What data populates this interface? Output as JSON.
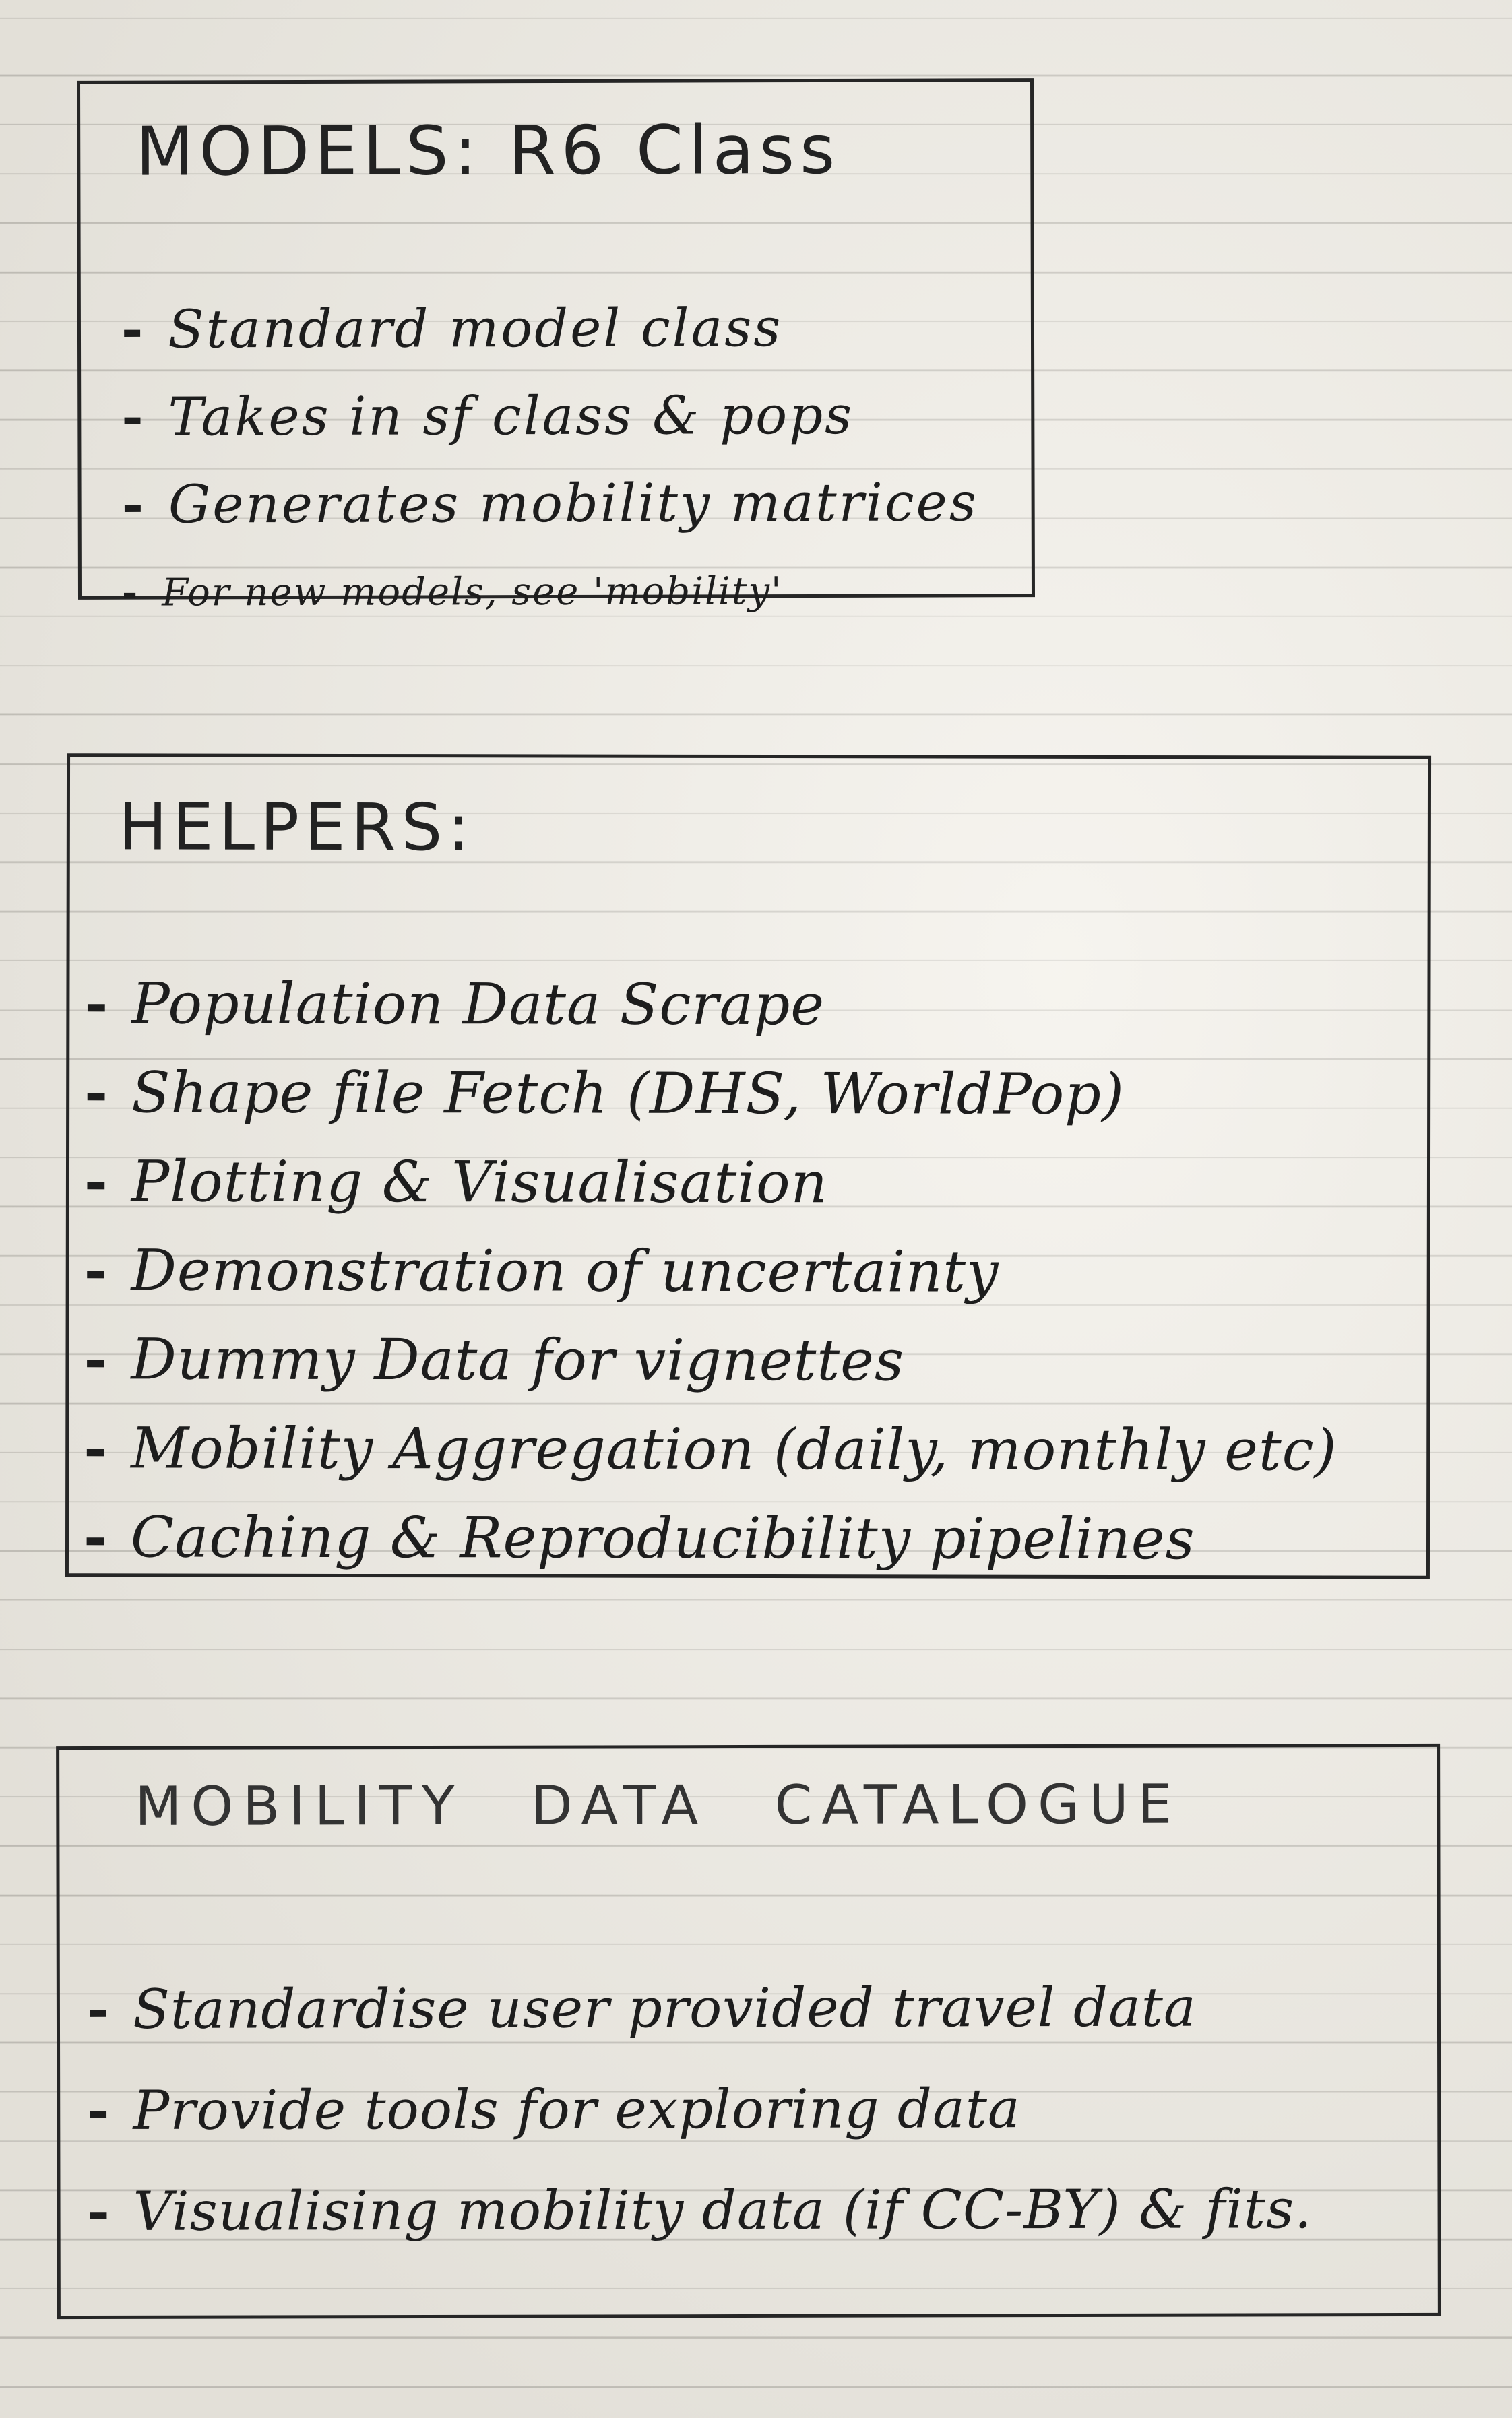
{
  "sections": {
    "models": {
      "title": "MODELS: R6 Class",
      "items": [
        "Standard model class",
        "Takes in sf class & pops",
        "Generates mobility matrices",
        "For new models, see 'mobility'"
      ]
    },
    "helpers": {
      "title": "HELPERS:",
      "items": [
        "Population Data Scrape",
        "Shape file Fetch (DHS, WorldPop)",
        "Plotting & Visualisation",
        "Demonstration of uncertainty",
        "Dummy Data for vignettes",
        "Mobility Aggregation (daily, monthly etc)",
        "Caching & Reproducibility pipelines"
      ]
    },
    "mobility": {
      "title": "MOBILITY DATA CATALOGUE",
      "items": [
        "Standardise user provided travel data",
        "Provide tools for exploring data",
        "Visualising mobility data (if CC-BY) & fits."
      ]
    }
  },
  "bullet": "-"
}
